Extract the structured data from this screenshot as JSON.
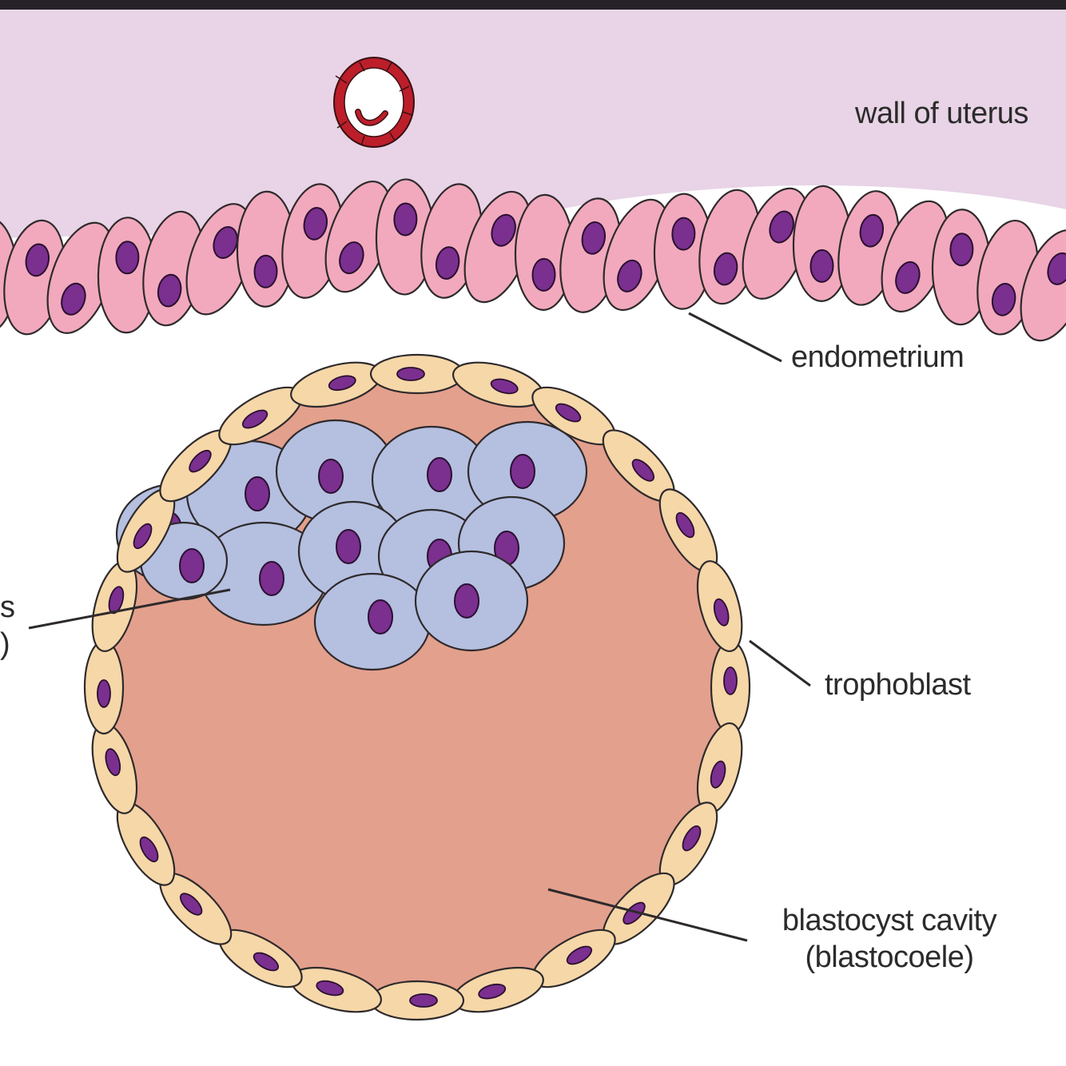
{
  "colors": {
    "top_bar": "#262228",
    "uterus_wall": "#e8d4e6",
    "endometrium_cell": "#f2a9bd",
    "nucleus": "#7b2f8f",
    "blood_vessel": "#bc1e2a",
    "trophoblast_cell": "#f6d7a8",
    "inner_cell_mass": "#b5bfe0",
    "blastocoele": "#e3a08d",
    "outline": "#2e2a2c"
  },
  "labels": {
    "wall_of_uterus": "wall of uterus",
    "endometrium": "endometrium",
    "trophoblast": "trophoblast",
    "blastocyst_cavity": "blastocyst cavity",
    "blastocoele": "(blastocoele)",
    "cut_label_line1": "s",
    "cut_label_line2": ")"
  }
}
